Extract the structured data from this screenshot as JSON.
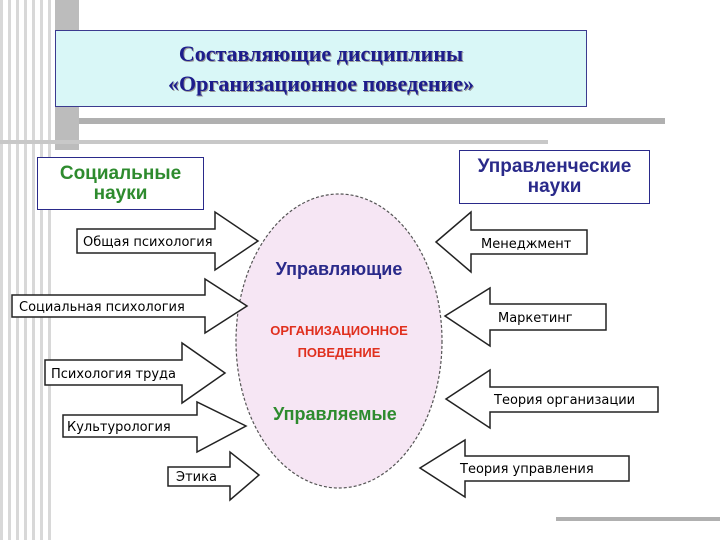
{
  "title": {
    "line1": "Составляющие дисциплины",
    "line2": "«Организационное поведение»"
  },
  "categories": {
    "left": {
      "line1": "Социальные",
      "line2": "науки"
    },
    "right": {
      "line1": "Управленческие",
      "line2": "науки"
    }
  },
  "center": {
    "top_label": "Управляющие",
    "main_line1": "ОРГАНИЗАЦИОННОЕ",
    "main_line2": "ПОВЕДЕНИЕ",
    "bottom_label": "Управляемые"
  },
  "social_sciences": [
    "Общая психология",
    "Социальная психология",
    "Психология труда",
    "Культурология",
    "Этика"
  ],
  "management_sciences": [
    "Менеджмент",
    "Маркетинг",
    "Теория организации",
    "Теория управления"
  ],
  "colors": {
    "title_text": "#1d1d8c",
    "title_fill": "#d9f7f7",
    "left_category_text": "#2e8b2e",
    "right_category_text": "#2a2a8a",
    "oval_fill": "#f6e6f4",
    "center_top_text": "#2a2a8a",
    "center_main_text": "#e0301e",
    "center_bottom_text": "#2e8b2e"
  }
}
